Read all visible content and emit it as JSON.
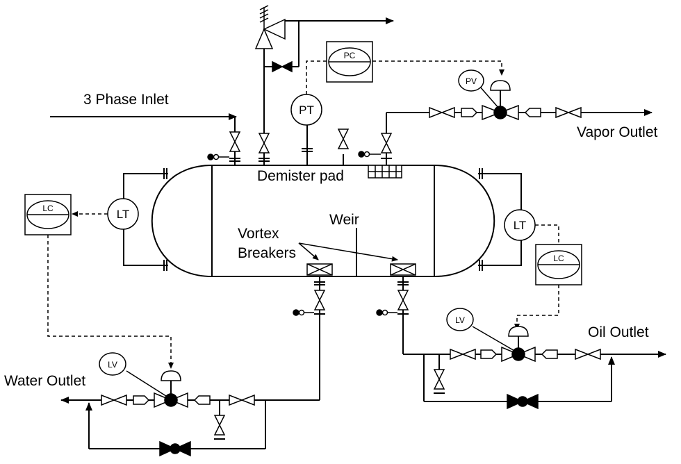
{
  "labels": {
    "inlet": "3 Phase Inlet",
    "vapor_outlet": "Vapor Outlet",
    "oil_outlet": "Oil Outlet",
    "water_outlet": "Water Outlet",
    "demister": "Demister pad",
    "weir": "Weir",
    "vortex_1": "Vortex",
    "vortex_2": "Breakers"
  },
  "instruments": {
    "pc": "PC",
    "pt": "PT",
    "pv": "PV",
    "lt_left": "LT",
    "lt_right": "LT",
    "lc_left": "LC",
    "lc_right": "LC",
    "lv_oil": "LV",
    "lv_water": "LV"
  }
}
